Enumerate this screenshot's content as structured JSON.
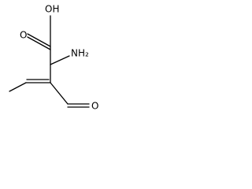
{
  "molecule": {
    "labels": {
      "hydroxyl": "OH",
      "amine": "NH₂",
      "carbonyl_acid": "O",
      "carbonyl_aldehyde": "O"
    }
  }
}
